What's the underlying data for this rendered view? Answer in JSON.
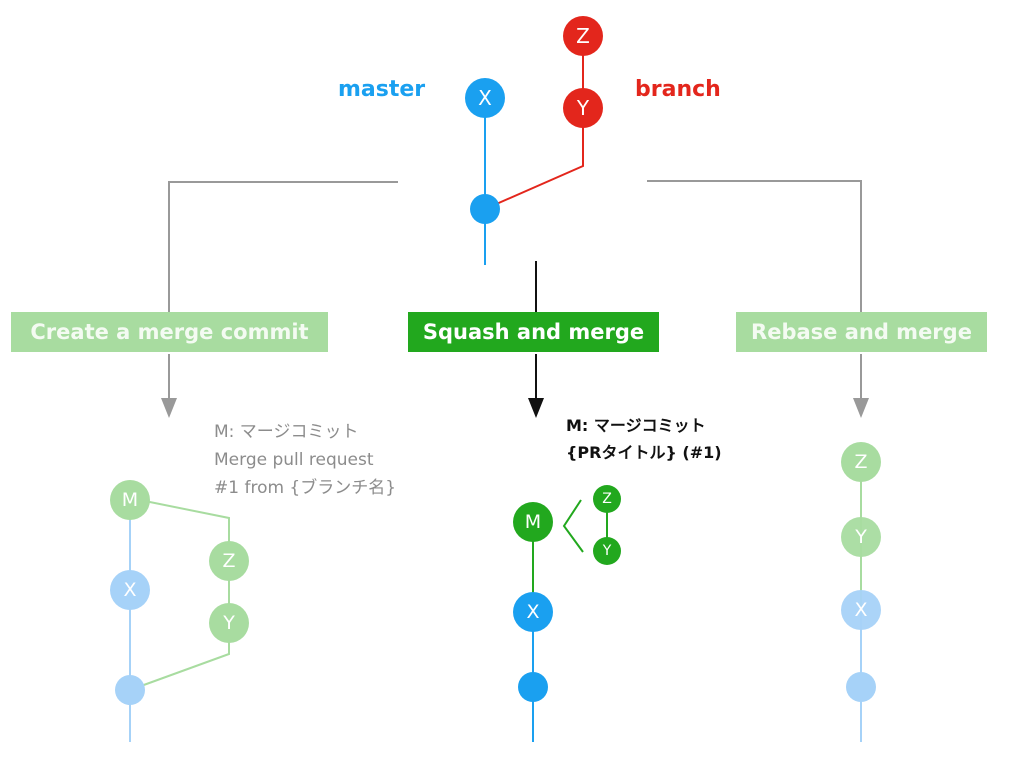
{
  "colors": {
    "master": "#1aa0f0",
    "branch": "#e3261c",
    "squash_green": "#22a81e",
    "faded_green": "#a8dca0",
    "faded_blue": "#a6d2f8",
    "connector": "#999999",
    "arrow_dark": "#111111"
  },
  "top": {
    "master_label": "master",
    "branch_label": "branch",
    "master_nodes": [
      "X",
      ""
    ],
    "branch_nodes": [
      "Z",
      "Y"
    ]
  },
  "options": [
    {
      "id": "merge",
      "label": "Create a merge commit",
      "active": false
    },
    {
      "id": "squash",
      "label": "Squash and merge",
      "active": true
    },
    {
      "id": "rebase",
      "label": "Rebase and merge",
      "active": false
    }
  ],
  "results": {
    "merge": {
      "note_line1": "M: マージコミット",
      "note_line2": "Merge pull request",
      "note_line3": "#1 from {ブランチ名}",
      "nodes": {
        "m": "M",
        "x": "X",
        "z": "Z",
        "y": "Y"
      }
    },
    "squash": {
      "note_line1": "M: マージコミット",
      "note_line2": "{PRタイトル} (#1)",
      "nodes": {
        "m": "M",
        "z": "Z",
        "y": "Y",
        "x": "X"
      }
    },
    "rebase": {
      "nodes": {
        "z": "Z",
        "y": "Y",
        "x": "X"
      }
    }
  }
}
